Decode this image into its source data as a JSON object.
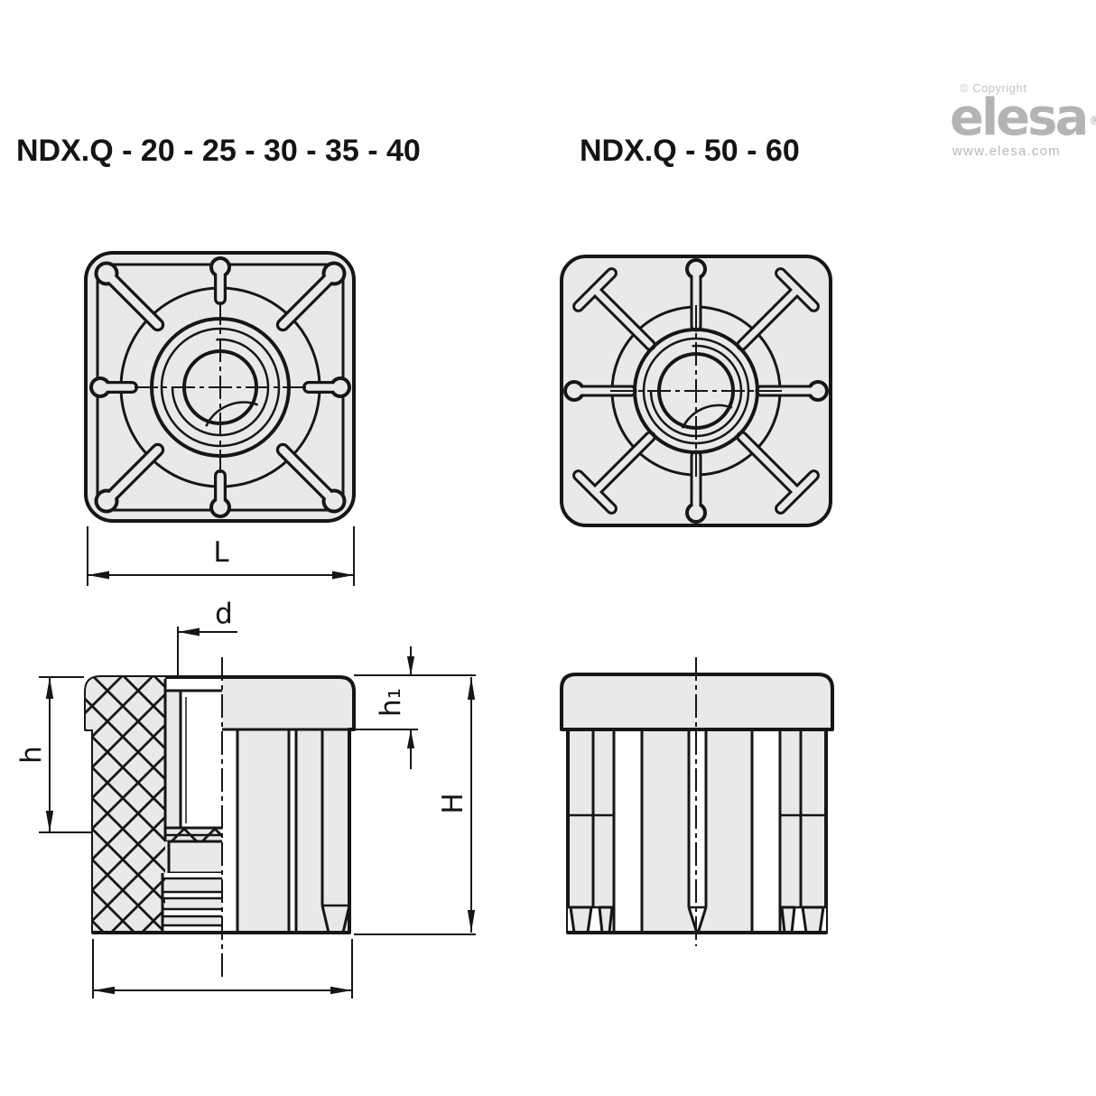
{
  "titles": {
    "left": "NDX.Q - 20 - 25 - 30 - 35 - 40",
    "right": "NDX.Q - 50 - 60"
  },
  "branding": {
    "copyright": "© Copyright",
    "logo": "elesa",
    "registered": "®",
    "website": "www.elesa.com"
  },
  "dims": {
    "L": "L",
    "d": "d",
    "h": "h",
    "h1": "h₁",
    "H": "H"
  },
  "colors": {
    "line": "#161616",
    "part_fill": "#e9e9e9",
    "hole_fill": "#ffffff",
    "logo_gray": "#b4b4b4"
  }
}
